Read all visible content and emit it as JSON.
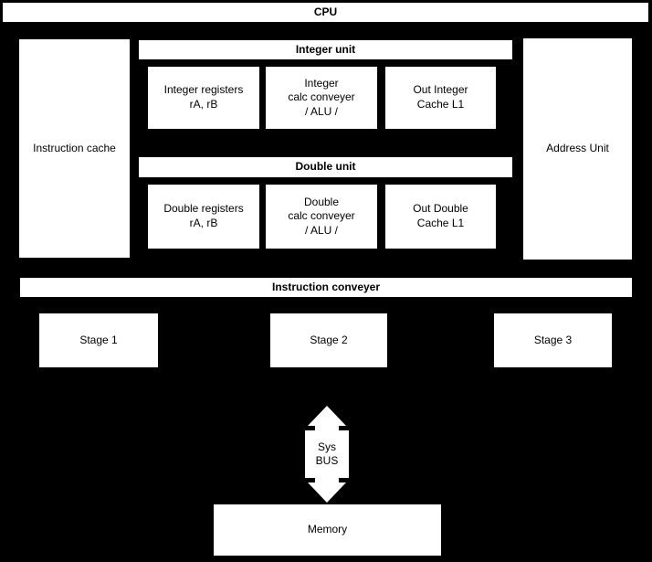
{
  "colors": {
    "background": "#000000",
    "box_fill": "#ffffff",
    "text": "#000000"
  },
  "cpu": {
    "title": "CPU"
  },
  "left": {
    "instruction_cache_label": "Instruction cache"
  },
  "right": {
    "address_unit_label": "Address Unit"
  },
  "integer_unit": {
    "header": "Integer unit",
    "boxes": [
      {
        "label": "Integer registers\nrA, rB"
      },
      {
        "label": "Integer\ncalc conveyer\n/ ALU /"
      },
      {
        "label": "Out Integer\nCache L1"
      }
    ]
  },
  "double_unit": {
    "header": "Double unit",
    "boxes": [
      {
        "label": "Double registers\nrA, rB"
      },
      {
        "label": "Double\ncalc conveyer\n/ ALU /"
      },
      {
        "label": "Out Double\nCache L1"
      }
    ]
  },
  "pipeline": {
    "header": "Instruction conveyer",
    "stages": [
      {
        "label": "Stage 1"
      },
      {
        "label": "Stage 2"
      },
      {
        "label": "Stage 3"
      }
    ]
  },
  "bus": {
    "label": "Sys\nBUS"
  },
  "memory": {
    "label": "Memory"
  }
}
